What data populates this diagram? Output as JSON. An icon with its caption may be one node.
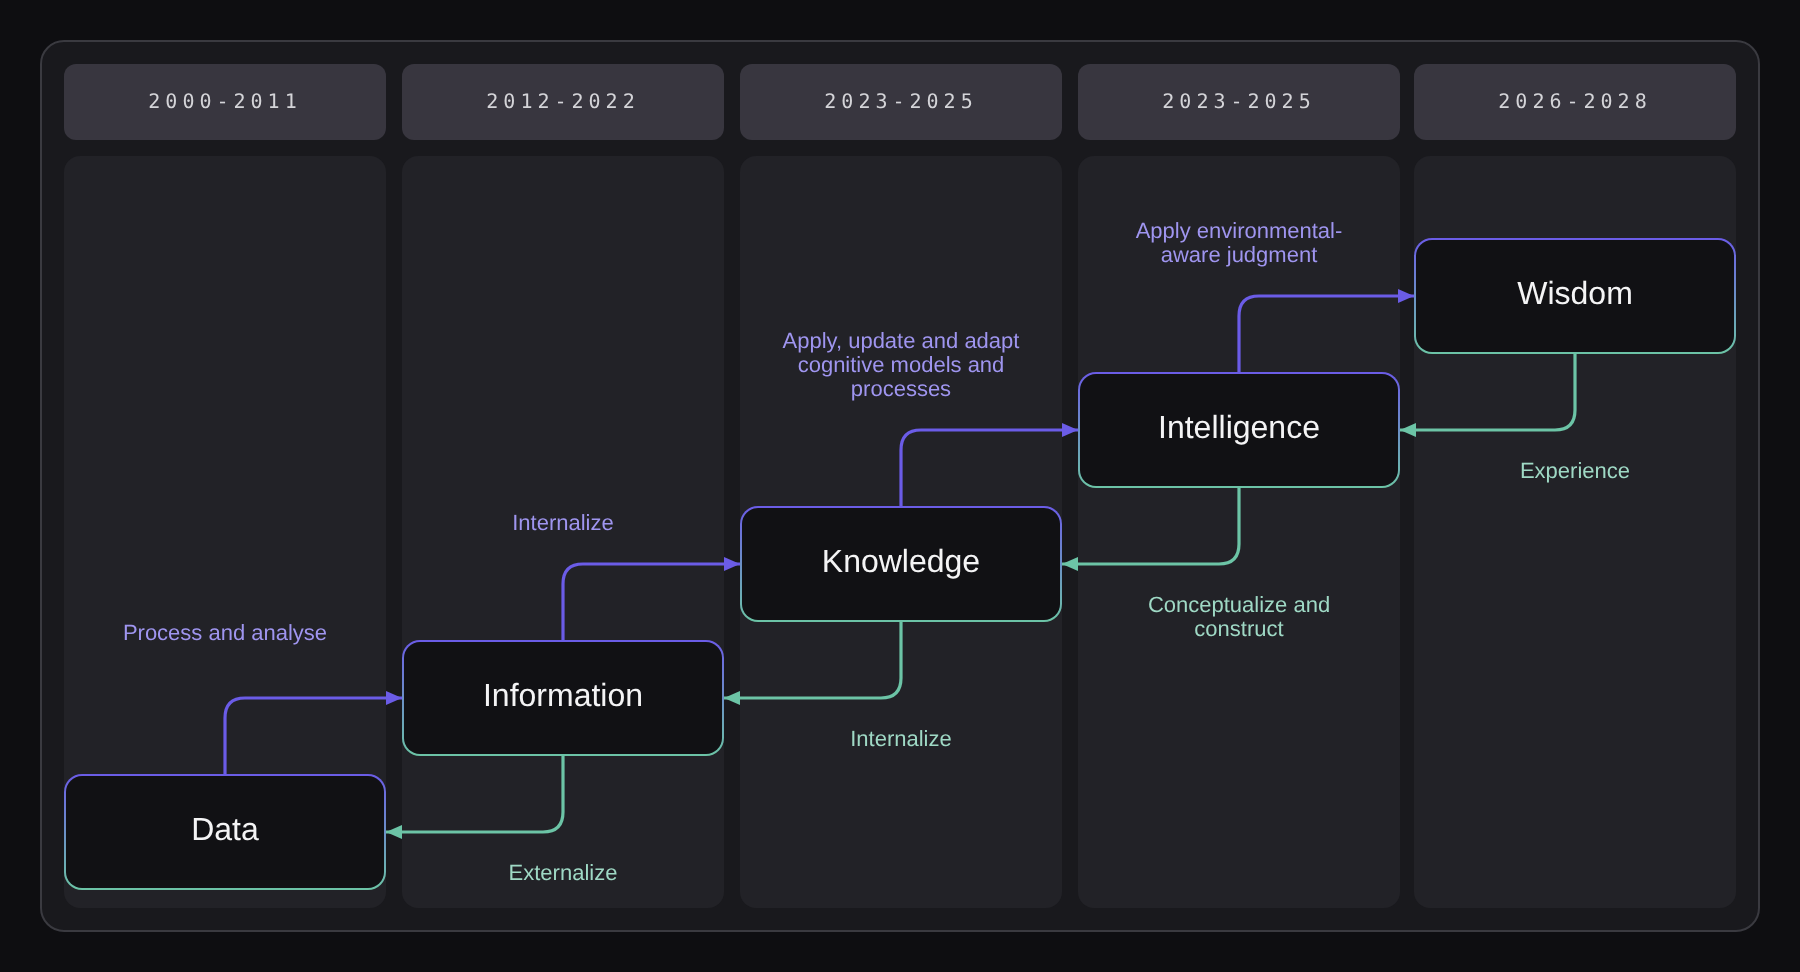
{
  "diagram": {
    "nodes": [
      {
        "text": [
          "2000-2011"
        ]
      },
      {
        "text": [
          "2012-2022"
        ]
      },
      {
        "text": [
          "2023-2025"
        ]
      },
      {
        "text": [
          "2023-2025"
        ]
      },
      {
        "text": [
          "2026-2028"
        ]
      },
      {
        "text": [
          "Data"
        ],
        "in": 0
      },
      {
        "text": [
          "Information"
        ],
        "in": 1
      },
      {
        "text": [
          "Knowledge"
        ],
        "in": 2
      },
      {
        "text": [
          "Intelligence"
        ],
        "in": 3
      },
      {
        "text": [
          "Wisdom"
        ],
        "in": 4
      }
    ],
    "edges": [
      {
        "from": 5,
        "to": 6,
        "arrow": "to",
        "label": "Process and analyse",
        "color": "#6b5ce7"
      },
      {
        "from": 6,
        "to": 5,
        "arrow": "to",
        "label": "Externalize",
        "color": "#6cc4a6"
      },
      {
        "from": 6,
        "to": 7,
        "arrow": "to",
        "label": "Internalize",
        "color": "#6b5ce7"
      },
      {
        "from": 7,
        "to": 6,
        "arrow": "to",
        "label": "Internalize",
        "color": "#6cc4a6"
      },
      {
        "from": 7,
        "to": 8,
        "arrow": "to",
        "label": "Apply, update and adapt cognitive models and processes",
        "color": "#6b5ce7"
      },
      {
        "from": 8,
        "to": 7,
        "arrow": "to",
        "label": "Conceptualize and construct",
        "color": "#6cc4a6"
      },
      {
        "from": 8,
        "to": 9,
        "arrow": "to",
        "label": "Apply environmental-aware judgment",
        "color": "#6b5ce7"
      },
      {
        "from": 9,
        "to": 8,
        "arrow": "to",
        "label": "Experience",
        "color": "#6cc4a6"
      }
    ]
  }
}
